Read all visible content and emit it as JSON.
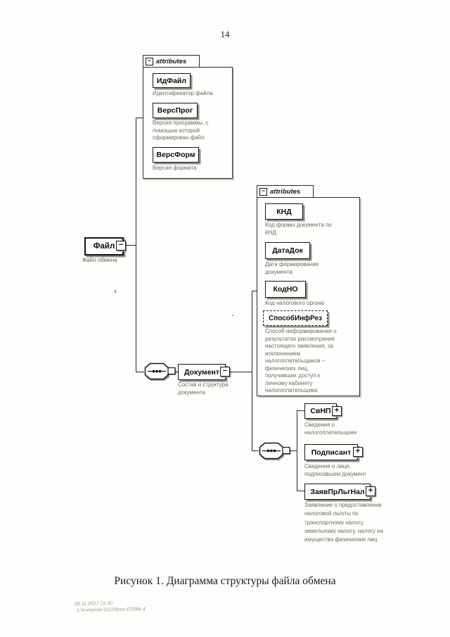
{
  "page": {
    "number": "14",
    "caption": "Рисунок 1. Диаграмма структуры файла обмена",
    "footer_line1": "09.11.2017 16:30",
    "footer_line2": "x:\\kompinar-0113\\fpus-E5386-4"
  },
  "icons": {
    "minus": "−",
    "plus": "+"
  },
  "diagram": {
    "root": {
      "label": "Файл",
      "desc": "Файл обмена"
    },
    "group1": {
      "header": "attributes",
      "attrs": [
        {
          "label": "ИдФайл",
          "desc": "Идентификатор файла"
        },
        {
          "label": "ВерсПрог",
          "desc": "Версия программы, с помощью которой сформирован файл"
        },
        {
          "label": "ВерсФорм",
          "desc": "Версия формата"
        }
      ]
    },
    "document": {
      "label": "Документ",
      "desc": "Состав и структура документа"
    },
    "group2": {
      "header": "attributes",
      "attrs": [
        {
          "label": "КНД",
          "desc": "Код формы документа по КНД"
        },
        {
          "label": "ДатаДок",
          "desc": "Дата формирования документа"
        },
        {
          "label": "КодНО",
          "desc": "Код налогового органа"
        },
        {
          "label": "СпособИнфРез",
          "desc": "Способ информирования о результатах рассмотрения настоящего заявления, за исключением налогоплательщиков – физических лиц, получивших доступ к личному кабинету налогоплательщика",
          "optional": true
        }
      ]
    },
    "children": [
      {
        "label": "СвНП",
        "desc": "Сведения о налогоплательщике"
      },
      {
        "label": "Подписант",
        "desc": "Сведения о лице, подписавшем документ"
      },
      {
        "label": "ЗаявПрЛьгНал",
        "desc": "Заявление о предоставлении налоговой льготы по транспортному налогу, земельному налогу, налогу на имущество физических лиц"
      }
    ]
  }
}
